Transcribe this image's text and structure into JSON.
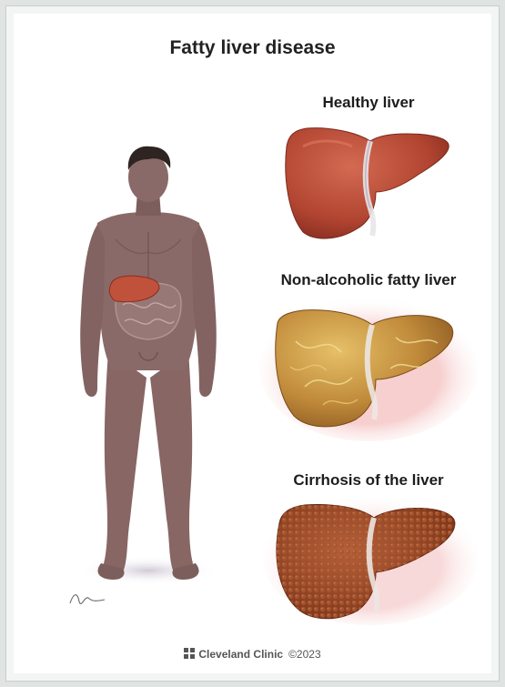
{
  "title": "Fatty liver disease",
  "stages": [
    {
      "label": "Healthy liver",
      "fill": "#b94a36"
    },
    {
      "label": "Non-alcoholic fatty liver",
      "fill": "#c08a3a"
    },
    {
      "label": "Cirrhosis of the liver",
      "fill": "#9b4a2a"
    }
  ],
  "footer": {
    "brand": "Cleveland Clinic",
    "year": "©2023"
  },
  "colors": {
    "skin": "#8a6a68",
    "skin_shadow": "#6e504f",
    "hair": "#2e2421",
    "fatty_glow": "#e89a9a"
  }
}
